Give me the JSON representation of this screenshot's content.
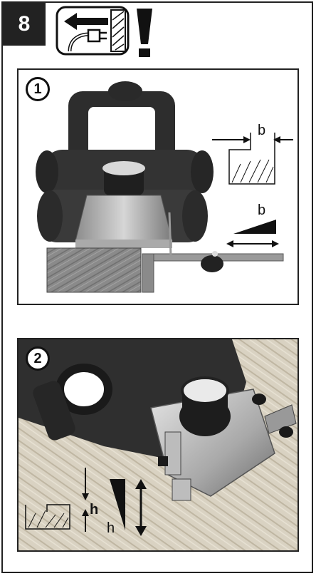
{
  "step": {
    "number": "8"
  },
  "icons": {
    "unplug": "unplug-icon",
    "warning": "exclamation-icon"
  },
  "panel1": {
    "number": "1",
    "width_label": "b",
    "wedge_label": "b"
  },
  "panel2": {
    "number": "2",
    "depth_label": "h",
    "wedge_label": "h"
  }
}
